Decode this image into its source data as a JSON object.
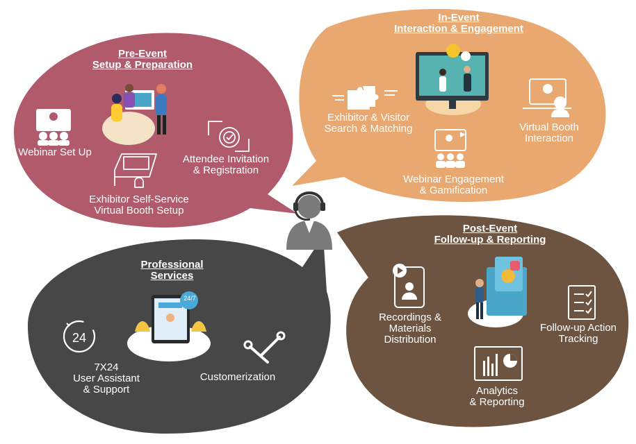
{
  "colors": {
    "pre_event": "#b05a6c",
    "in_event": "#e8a870",
    "post_event": "#6d5441",
    "professional": "#474747",
    "title_pre": "#ffffff",
    "title_in": "#ffffff",
    "title_post": "#ffffff",
    "title_pro": "#ffffff",
    "agent": "#7a7a7a"
  },
  "pre_event": {
    "title_line1": "Pre-Event",
    "title_line2": "Setup & Preparation",
    "webinar": "Webinar Set Up",
    "invitation_line1": "Attendee Invitation",
    "invitation_line2": "& Registration",
    "booth_line1": "Exhibitor Self-Service",
    "booth_line2": "Virtual Booth Setup"
  },
  "in_event": {
    "title_line1": "In-Event",
    "title_line2": "Interaction & Engagement",
    "matching_line1": "Exhibitor & Visitor",
    "matching_line2": "Search & Matching",
    "booth_line1": "Virtual Booth",
    "booth_line2": "Interaction",
    "webinar_line1": "Webinar Engagement",
    "webinar_line2": "& Gamification"
  },
  "post_event": {
    "title_line1": "Post-Event",
    "title_line2": "Follow-up & Reporting",
    "recordings_line1": "Recordings &",
    "recordings_line2": "Materials",
    "recordings_line3": "Distribution",
    "followup_line1": "Follow-up Action",
    "followup_line2": "Tracking",
    "analytics_line1": "Analytics",
    "analytics_line2": "& Reporting"
  },
  "professional": {
    "title_line1": "Professional",
    "title_line2": "Services",
    "support_line1": "7X24",
    "support_line2": "User Assistant",
    "support_line3": "& Support",
    "custom": "Customerization",
    "clock_text": "24",
    "badge_text": "24/7"
  },
  "icons": {
    "agent": "headset-agent-icon",
    "webinar_setup": "webinar-audience-icon",
    "invitation": "gear-check-icon",
    "booth_setup": "booth-stand-icon",
    "matching": "puzzle-icon",
    "booth_interaction": "laptop-user-icon",
    "webinar_engagement": "video-audience-icon",
    "recordings": "phone-video-icon",
    "followup": "checklist-icon",
    "analytics": "bar-pie-chart-icon",
    "support": "clock-24-icon",
    "customization": "wrench-screwdriver-icon"
  }
}
